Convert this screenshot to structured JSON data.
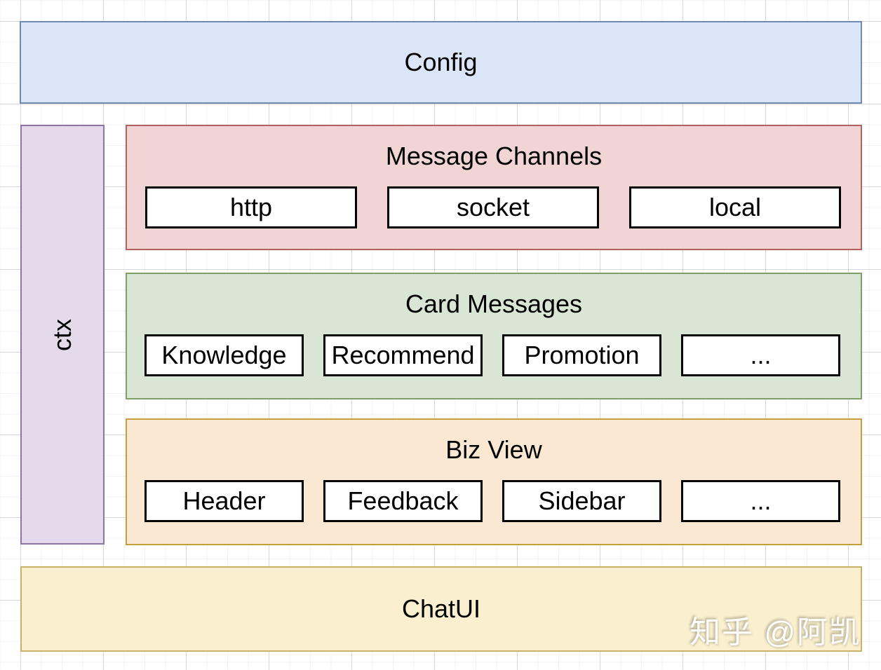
{
  "diagram": {
    "config": {
      "label": "Config"
    },
    "ctx": {
      "label": "ctx"
    },
    "sections": [
      {
        "title": "Message Channels",
        "items": [
          {
            "label": "http"
          },
          {
            "label": "socket"
          },
          {
            "label": "local"
          }
        ]
      },
      {
        "title": "Card Messages",
        "items": [
          {
            "label": "Knowledge"
          },
          {
            "label": "Recommend"
          },
          {
            "label": "Promotion"
          },
          {
            "label": "..."
          }
        ]
      },
      {
        "title": "Biz View",
        "items": [
          {
            "label": "Header"
          },
          {
            "label": "Feedback"
          },
          {
            "label": "Sidebar"
          },
          {
            "label": "..."
          }
        ]
      }
    ],
    "chatui": {
      "label": "ChatUI"
    },
    "watermark": "知乎 @阿凯",
    "colors": {
      "config_fill": "#dae6f7",
      "config_border": "#7089b5",
      "ctx_fill": "#e4daeb",
      "ctx_border": "#8d76a5",
      "channels_fill": "#f1d4d4",
      "channels_border": "#b56060",
      "cards_fill": "#d9e6d5",
      "cards_border": "#7e9e6b",
      "biz_fill": "#fae8d2",
      "biz_border": "#c3a03c",
      "chatui_fill": "#faf0cf",
      "chatui_border": "#c8b268",
      "inner_box_fill": "#ffffff",
      "inner_box_border": "#000000"
    }
  }
}
